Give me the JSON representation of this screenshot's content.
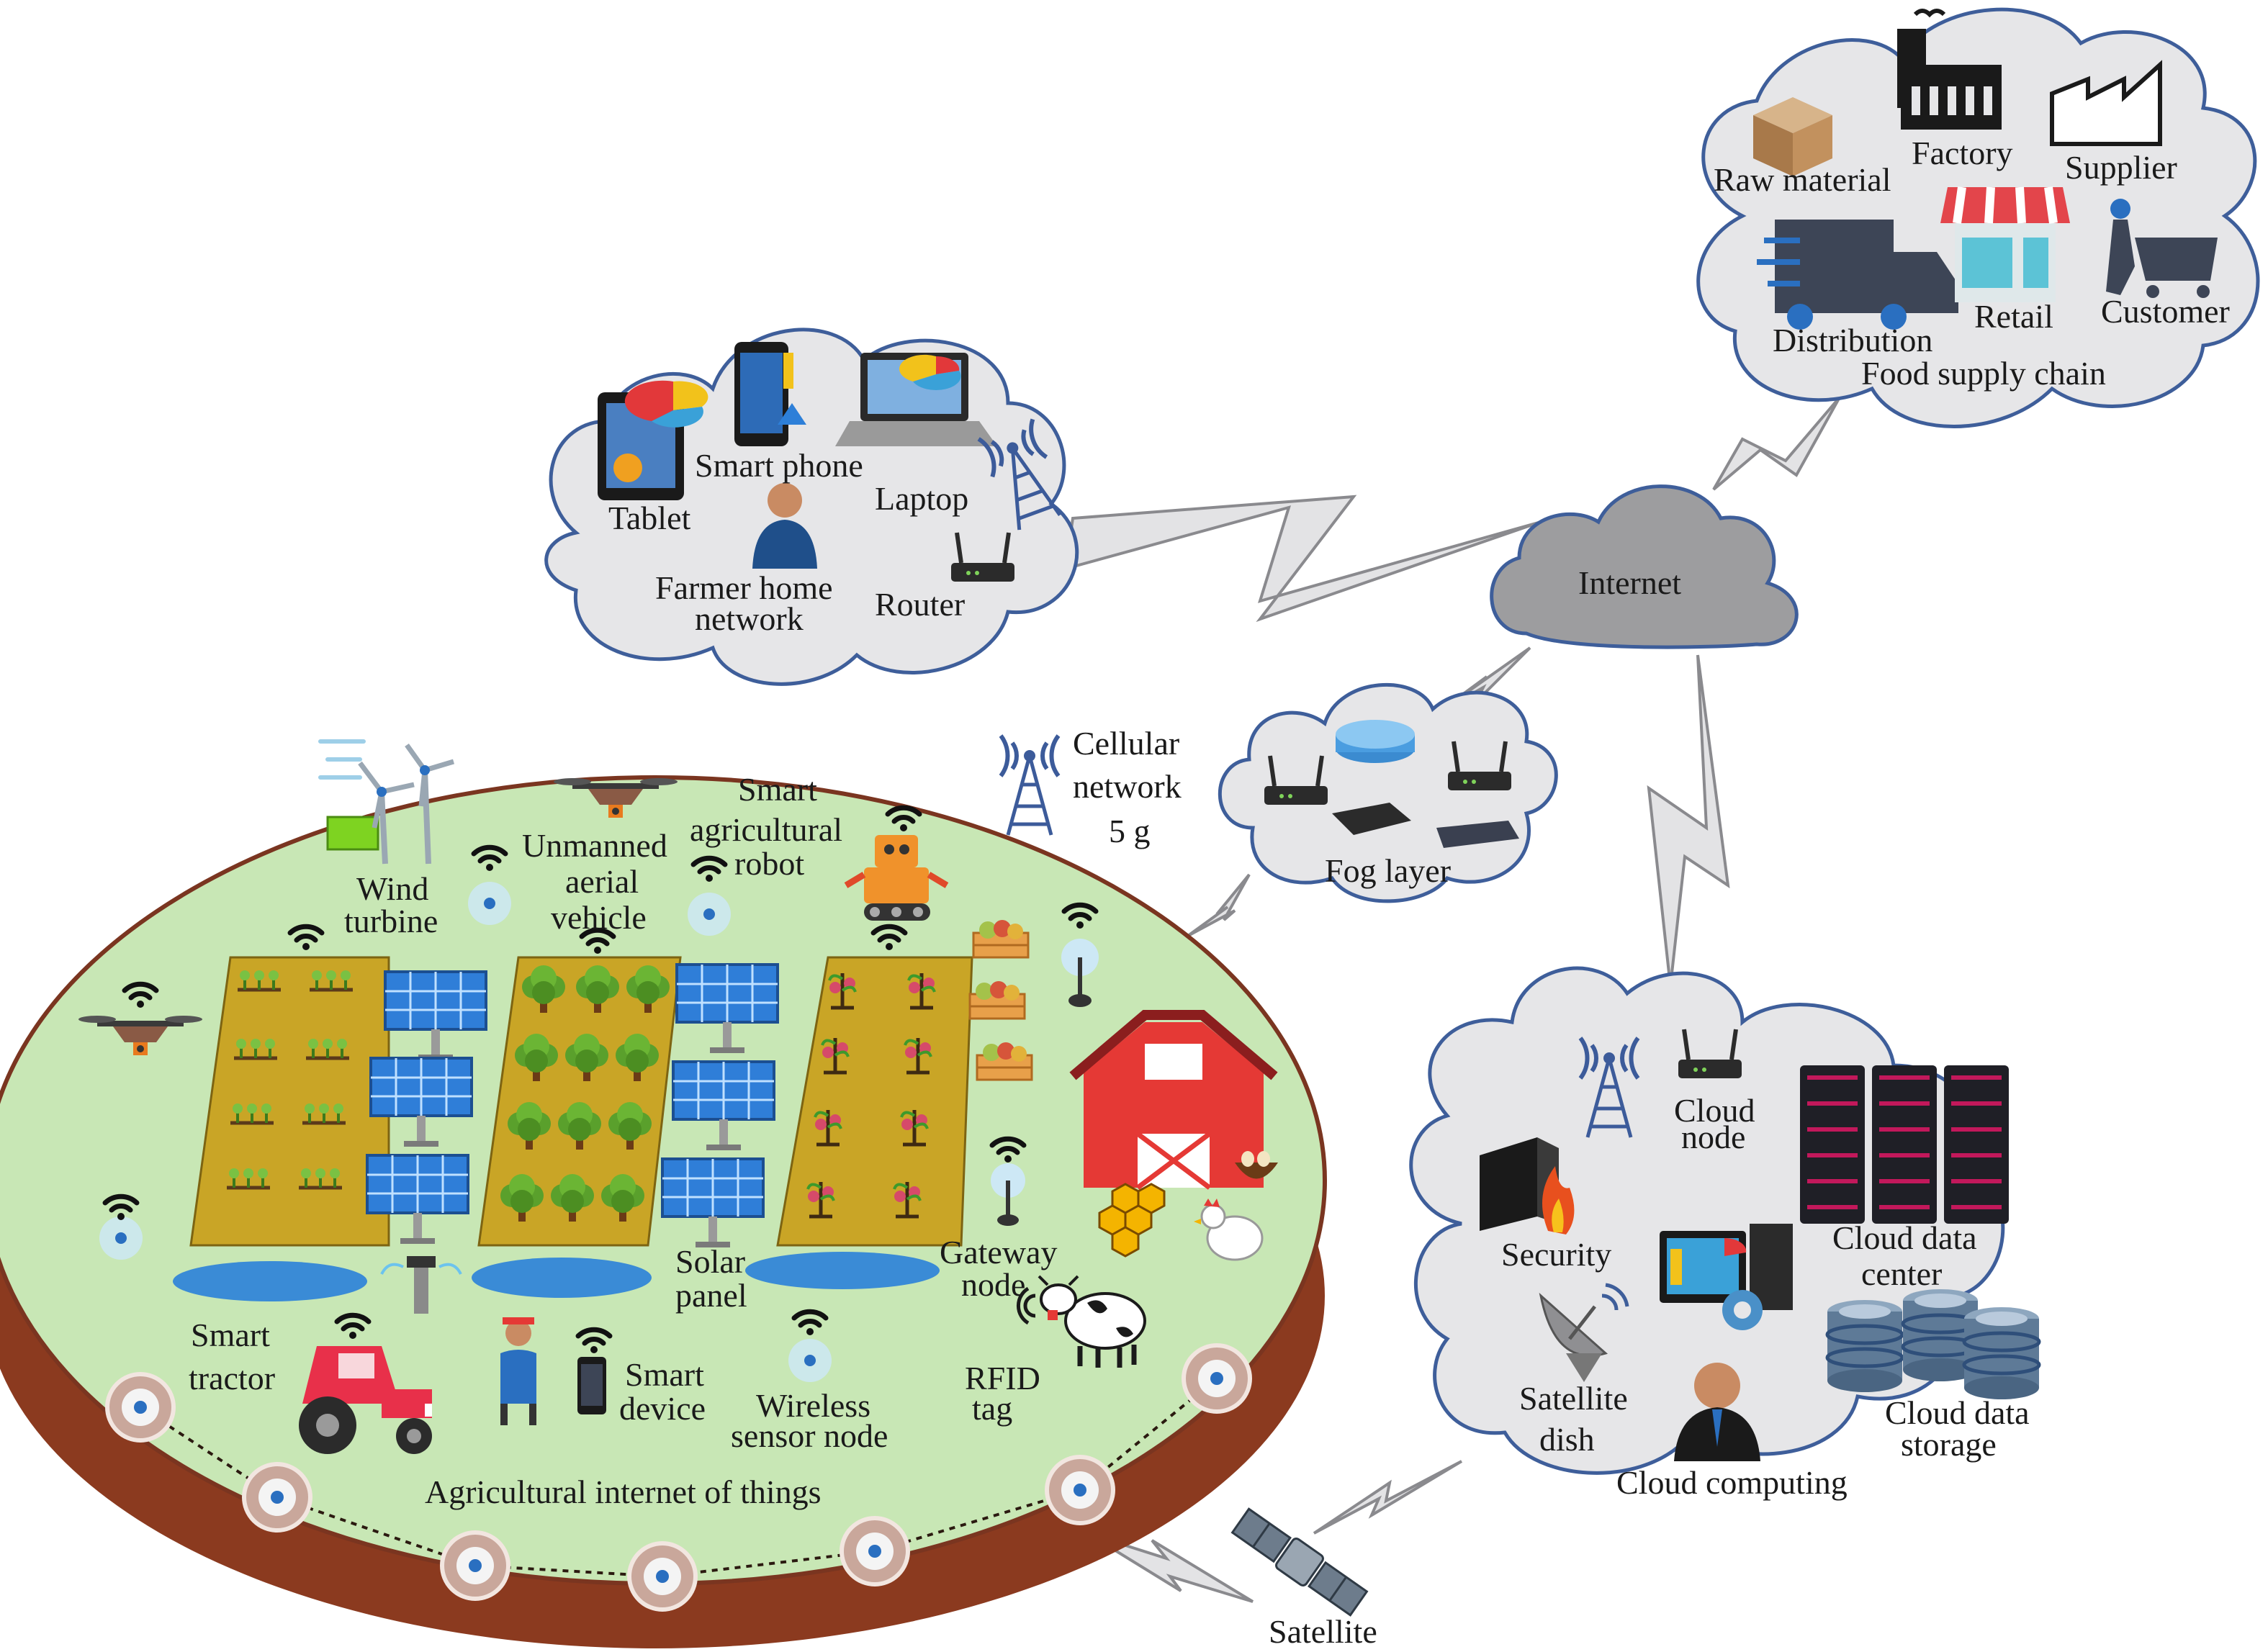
{
  "colors": {
    "cloud_fill": "#e6e6e8",
    "cloud_stroke": "#3e5e9a",
    "internet_fill": "#9d9d9f",
    "field_green": "#c8e7b5",
    "soil_brown": "#8b3a1f",
    "crop_yellow": "#c9a526",
    "solar_blue": "#2f7ed8",
    "bolt_fill": "#e3e3e5"
  },
  "farmer_network": {
    "labels": {
      "tablet": "Tablet",
      "smart_phone": "Smart phone",
      "laptop": "Laptop",
      "farmer_home_line1": "Farmer home",
      "farmer_home_line2": "network",
      "router": "Router"
    }
  },
  "supply_chain": {
    "labels": {
      "raw_material": "Raw material",
      "factory": "Factory",
      "supplier": "Supplier",
      "distribution": "Distribution",
      "retail": "Retail",
      "customer": "Customer",
      "food_supply_chain": "Food supply chain"
    }
  },
  "internet": {
    "label": "Internet"
  },
  "fog": {
    "label": "Fog layer"
  },
  "cellular": {
    "line1": "Cellular",
    "line2": "network",
    "line3": "5 g"
  },
  "cloud_computing": {
    "labels": {
      "cloud_node_line1": "Cloud",
      "cloud_node_line2": "node",
      "security": "Security",
      "cloud_dc_line1": "Cloud data",
      "cloud_dc_line2": "center",
      "satellite_dish_line1": "Satellite",
      "satellite_dish_line2": "dish",
      "cloud_storage_line1": "Cloud data",
      "cloud_storage_line2": "storage",
      "cloud_computing": "Cloud computing"
    }
  },
  "satellite": {
    "label": "Satellite"
  },
  "farm": {
    "labels": {
      "wind_line1": "Wind",
      "wind_line2": "turbine",
      "uav_line1": "Unmanned",
      "uav_line2": "aerial",
      "uav_line3": "vehicle",
      "robot_line1": "Smart",
      "robot_line2": "agricultural",
      "robot_line3": "robot",
      "solar_line1": "Solar",
      "solar_line2": "panel",
      "gateway_line1": "Gateway",
      "gateway_line2": "node",
      "tractor_line1": "Smart",
      "tractor_line2": "tractor",
      "device_line1": "Smart",
      "device_line2": "device",
      "wsn_line1": "Wireless",
      "wsn_line2": "sensor node",
      "rfid_line1": "RFID",
      "rfid_line2": "tag",
      "aiot": "Agricultural internet of things"
    }
  }
}
